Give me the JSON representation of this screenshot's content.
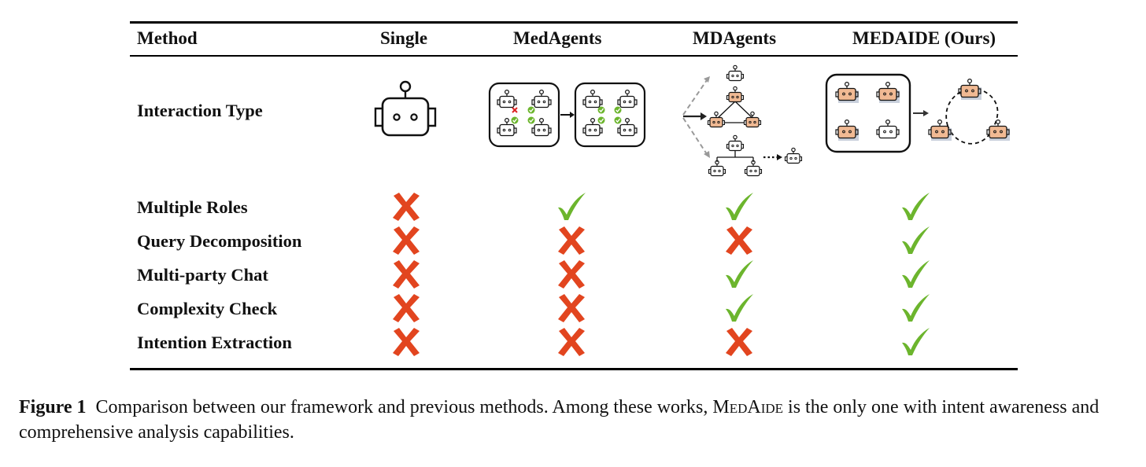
{
  "table": {
    "columns": [
      "Method",
      "Single",
      "MedAgents",
      "MDAgents",
      "MEDAIDE (Ours)"
    ],
    "interaction_label": "Interaction Type",
    "rows": [
      {
        "label": "Multiple Roles",
        "values": [
          false,
          true,
          true,
          true
        ]
      },
      {
        "label": "Query Decomposition",
        "values": [
          false,
          false,
          false,
          true
        ]
      },
      {
        "label": "Multi-party Chat",
        "values": [
          false,
          false,
          true,
          true
        ]
      },
      {
        "label": "Complexity Check",
        "values": [
          false,
          false,
          true,
          true
        ]
      },
      {
        "label": "Intention Extraction",
        "values": [
          false,
          false,
          false,
          true
        ]
      }
    ]
  },
  "caption": {
    "label": "Figure 1",
    "text_before": "Comparison between our framework and previous methods. Among these works, ",
    "name": "MedAide",
    "text_after": " is the only one with intent awareness and comprehensive analysis capabilities."
  },
  "colors": {
    "check": "#6cb52d",
    "cross": "#e2451f",
    "robot_fill": "#f0b993",
    "robot_shadow": "#c9d0dc"
  },
  "icons": [
    "robot-icon",
    "check-icon",
    "cross-icon",
    "arrow-icon"
  ]
}
